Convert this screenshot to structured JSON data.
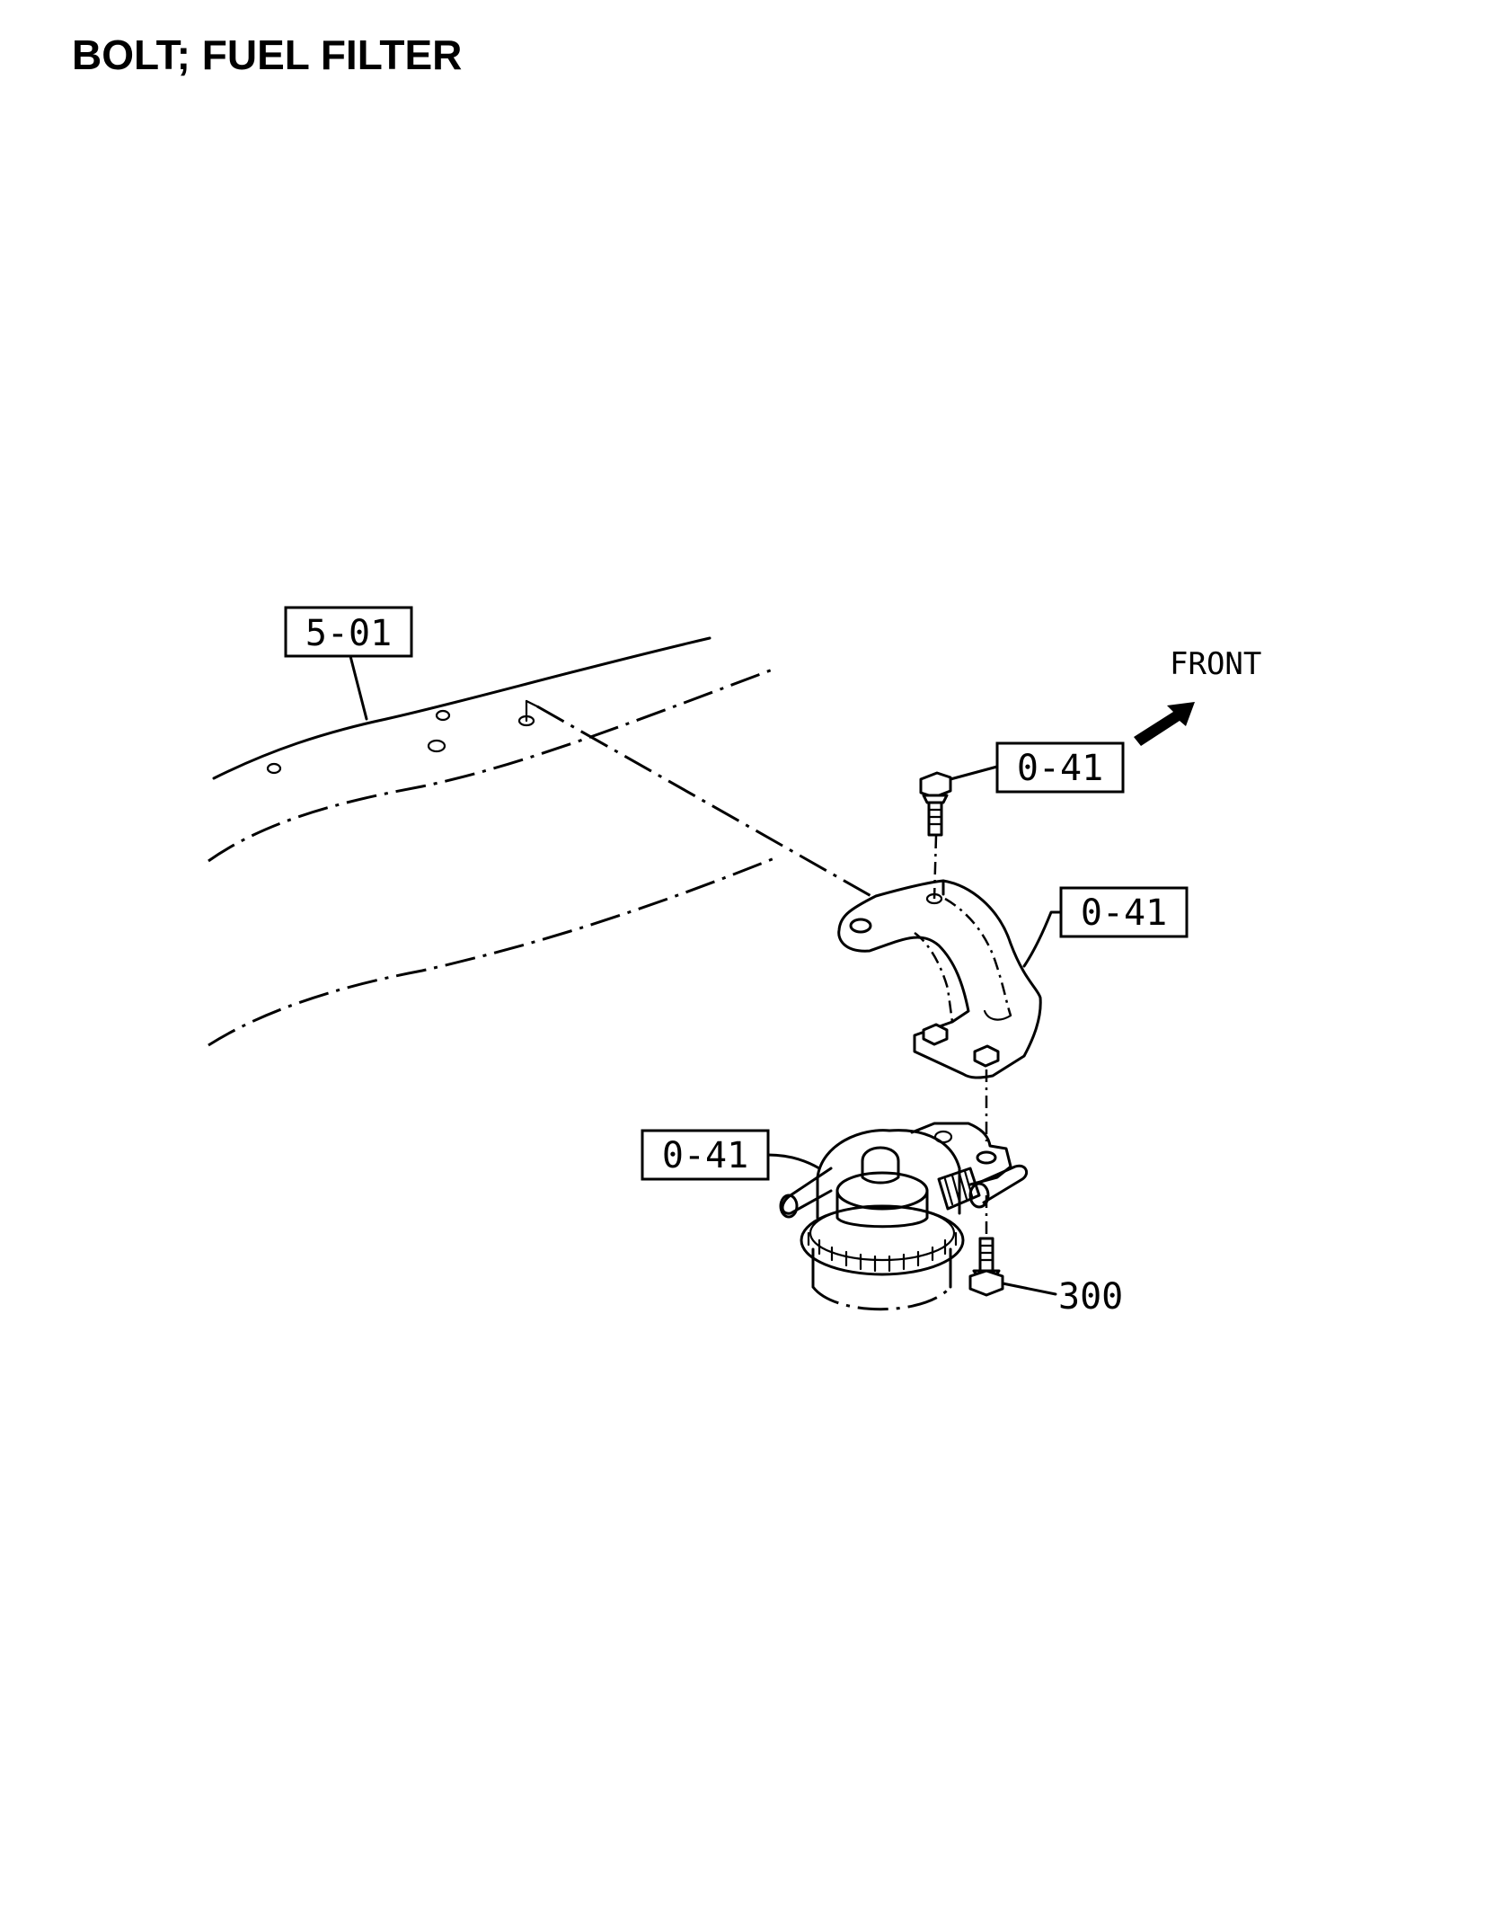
{
  "title": "BOLT; FUEL FILTER",
  "direction_label": "FRONT",
  "callouts": {
    "frame": "5-01",
    "bolt": "0-41",
    "bracket": "0-41",
    "filter": "0-41",
    "lower_bolt": "300"
  },
  "icons": {
    "front_arrow": "front-arrow-icon"
  }
}
